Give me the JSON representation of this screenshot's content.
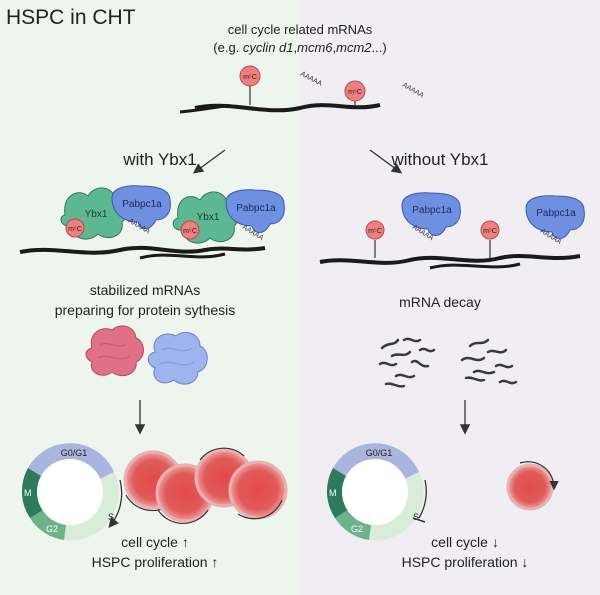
{
  "title": "HSPC in CHT",
  "header": {
    "line1": "cell cycle related mRNAs",
    "line2_prefix": "(e.g. ",
    "gene1": "cyclin d1",
    "sep1": ",",
    "gene2": "mcm6",
    "sep2": ",",
    "gene3": "mcm2",
    "line2_suffix": "...)"
  },
  "labels": {
    "m5c": "m⁵C",
    "polyA": "AAAAA",
    "ybx1": "Ybx1",
    "pabpc1a": "Pabpc1a"
  },
  "left_panel": {
    "branch_label": "with Ybx1",
    "outcome_line1": "stabilized mRNAs",
    "outcome_line2": "preparing for protein sythesis",
    "result_line1": "cell cycle ↑",
    "result_line2": "HSPC proliferation ↑"
  },
  "right_panel": {
    "branch_label": "without Ybx1",
    "outcome_line1": "mRNA  decay",
    "result_line1": "cell cycle ↓",
    "result_line2": "HSPC proliferation ↓"
  },
  "cell_cycle_phases": {
    "g0g1": "G0/G1",
    "s": "S",
    "g2": "G2",
    "m": "M"
  },
  "colors": {
    "left_bg": "#eef4ee",
    "right_bg": "#f0eef3",
    "ybx1": "#5db892",
    "pabpc1a": "#6f8fe0",
    "m5c": "#f08080",
    "g0g1": "#a9b5de",
    "s": "#d9ecd9",
    "g2": "#6db38a",
    "m": "#2d7a5c",
    "cell": "#e05a5a",
    "protein_red": "#e07088",
    "protein_blue": "#9fb4ec"
  }
}
